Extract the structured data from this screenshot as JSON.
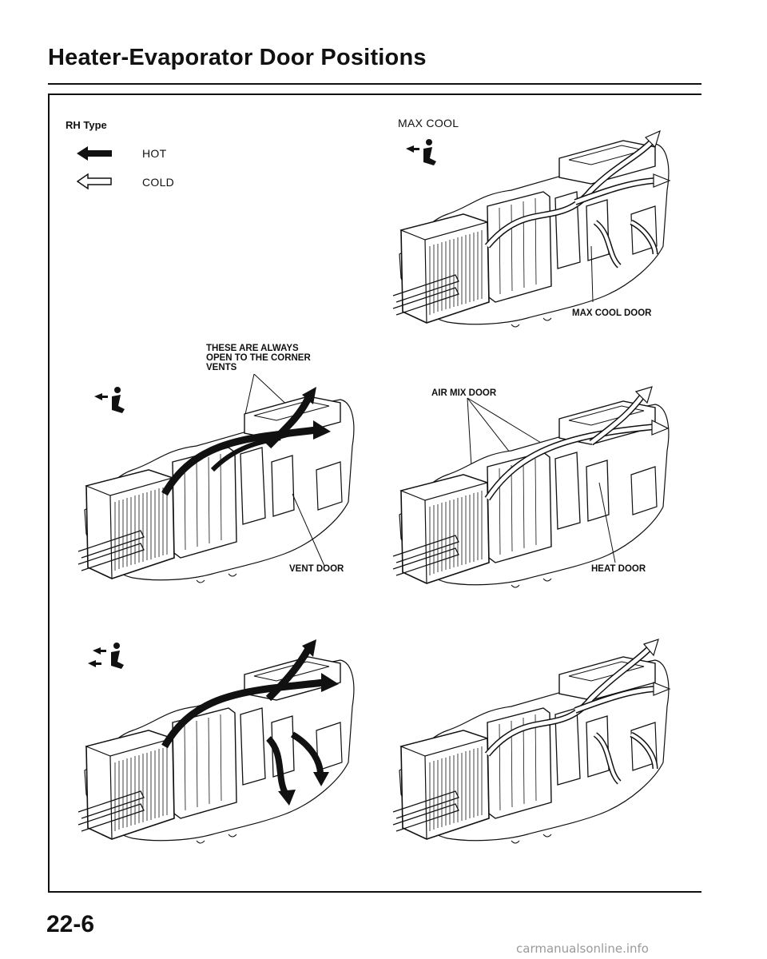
{
  "page": {
    "title": "Heater-Evaporator Door Positions",
    "number": "22-6",
    "watermark": "carmanualsonline.info"
  },
  "legend": {
    "type_label": "RH Type",
    "items": [
      {
        "label": "HOT",
        "icon": "solid-arrow-left-icon"
      },
      {
        "label": "COLD",
        "icon": "outline-arrow-left-icon"
      }
    ]
  },
  "panels": [
    {
      "id": "max-cool",
      "mode_label": "MAX COOL",
      "callouts": [
        "MAX COOL DOOR"
      ]
    },
    {
      "id": "vent",
      "callouts": [
        "THESE ARE ALWAYS\nOPEN TO THE CORNER\nVENTS",
        "VENT DOOR"
      ]
    },
    {
      "id": "vent-airmix",
      "callouts": [
        "AIR MIX DOOR",
        "HEAT DOOR"
      ]
    },
    {
      "id": "bi-level",
      "callouts": []
    },
    {
      "id": "bi-level-cold",
      "callouts": []
    }
  ],
  "colors": {
    "ink": "#111111",
    "watermark": "#9a9a9a",
    "paper": "#ffffff"
  }
}
